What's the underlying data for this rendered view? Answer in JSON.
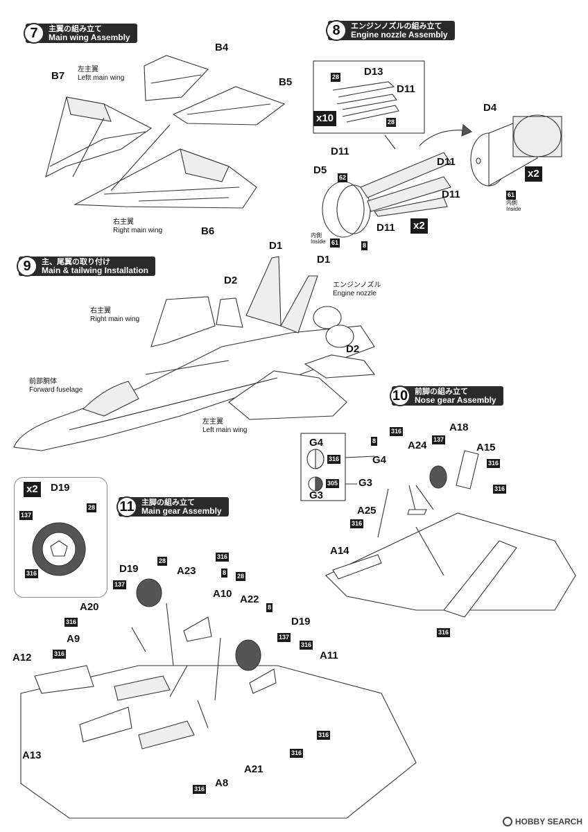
{
  "steps": {
    "s7": {
      "num": "7",
      "jp": "主翼の組み立て",
      "en": "Main wing Assembly"
    },
    "s8": {
      "num": "8",
      "jp": "エンジンノズルの組み立て",
      "en": "Engine nozzle Assembly"
    },
    "s9": {
      "num": "9",
      "jp": "主、尾翼の取り付け",
      "en": "Main & tailwing Installation"
    },
    "s10": {
      "num": "10",
      "jp": "前脚の組み立て",
      "en": "Nose gear Assembly"
    },
    "s11": {
      "num": "11",
      "jp": "主脚の組み立て",
      "en": "Main gear Assembly"
    }
  },
  "step7": {
    "b4": "B4",
    "b5": "B5",
    "b6": "B6",
    "b7": "B7",
    "left_jp": "左主翼",
    "left_en": "Leftt main wing",
    "right_jp": "右主翼",
    "right_en": "Right main wing"
  },
  "step8": {
    "d13": "D13",
    "d11": "D11",
    "d4": "D4",
    "d5": "D5",
    "c28": "28",
    "c62": "62",
    "c61": "61",
    "c8": "8",
    "x10": "x10",
    "x2": "x2",
    "inside_jp": "内側",
    "inside_en": "Inside"
  },
  "step9": {
    "d1": "D1",
    "d2": "D2",
    "nozzle_jp": "エンジンノズル",
    "nozzle_en": "Engine nozzle",
    "rmw_jp": "右主翼",
    "rmw_en": "Right main wing",
    "fwd_jp": "前部胴体",
    "fwd_en": "Forward fuselage",
    "lmw_jp": "左主翼",
    "lmw_en": "Left  main wing"
  },
  "step10": {
    "g4": "G4",
    "g3": "G3",
    "a18": "A18",
    "a24": "A24",
    "a15": "A15",
    "a25": "A25",
    "a14": "A14",
    "c8": "8",
    "c316": "316",
    "c137": "137",
    "c305": "305"
  },
  "step11": {
    "x2": "x2",
    "d19": "D19",
    "a23": "A23",
    "a10": "A10",
    "a22": "A22",
    "a20": "A20",
    "a9": "A9",
    "a11": "A11",
    "a12": "A12",
    "a13": "A13",
    "a21": "A21",
    "a8": "A8",
    "c28": "28",
    "c137": "137",
    "c316": "316",
    "c8": "8"
  },
  "watermark": "HOBBY SEARCH"
}
